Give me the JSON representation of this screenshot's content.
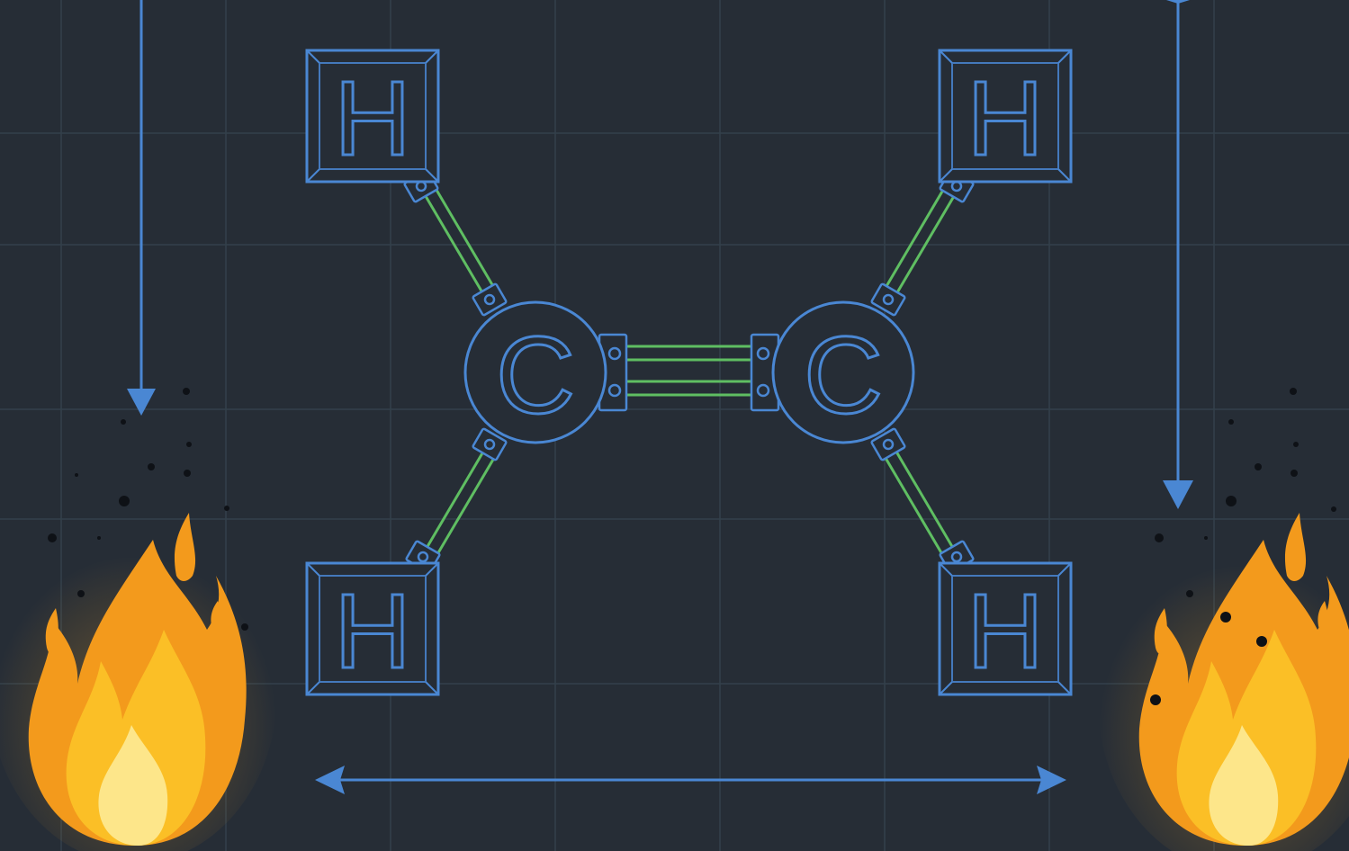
{
  "diagram": {
    "molecule": "ethene",
    "atoms": [
      {
        "id": "h-top-left",
        "symbol": "H",
        "element": "hydrogen"
      },
      {
        "id": "h-top-right",
        "symbol": "H",
        "element": "hydrogen"
      },
      {
        "id": "c-left",
        "symbol": "C",
        "element": "carbon"
      },
      {
        "id": "c-right",
        "symbol": "C",
        "element": "carbon"
      },
      {
        "id": "h-bottom-left",
        "symbol": "H",
        "element": "hydrogen"
      },
      {
        "id": "h-bottom-right",
        "symbol": "H",
        "element": "hydrogen"
      }
    ],
    "bonds": [
      {
        "from": "c-left",
        "to": "h-top-left",
        "order": 1
      },
      {
        "from": "c-left",
        "to": "h-bottom-left",
        "order": 1
      },
      {
        "from": "c-right",
        "to": "h-top-right",
        "order": 1
      },
      {
        "from": "c-right",
        "to": "h-bottom-right",
        "order": 1
      },
      {
        "from": "c-left",
        "to": "c-right",
        "order": 2
      }
    ],
    "arrows": [
      {
        "id": "arrow-down-left",
        "direction": "down"
      },
      {
        "id": "arrow-down-right",
        "direction": "up-and-down"
      },
      {
        "id": "arrow-horizontal",
        "direction": "left-right"
      }
    ],
    "decorations": [
      {
        "id": "flame-left",
        "icon": "fire-icon"
      },
      {
        "id": "flame-right",
        "icon": "fire-icon"
      }
    ],
    "colors": {
      "background": "#262d36",
      "grid": "#33404b",
      "atom_outline": "#4a87d3",
      "bond": "#5fbe62",
      "arrow": "#4a87d3",
      "flame_outer": "#f39a1c",
      "flame_mid": "#fbbf26",
      "flame_inner": "#fde68a",
      "soot": "#0e1116"
    }
  }
}
